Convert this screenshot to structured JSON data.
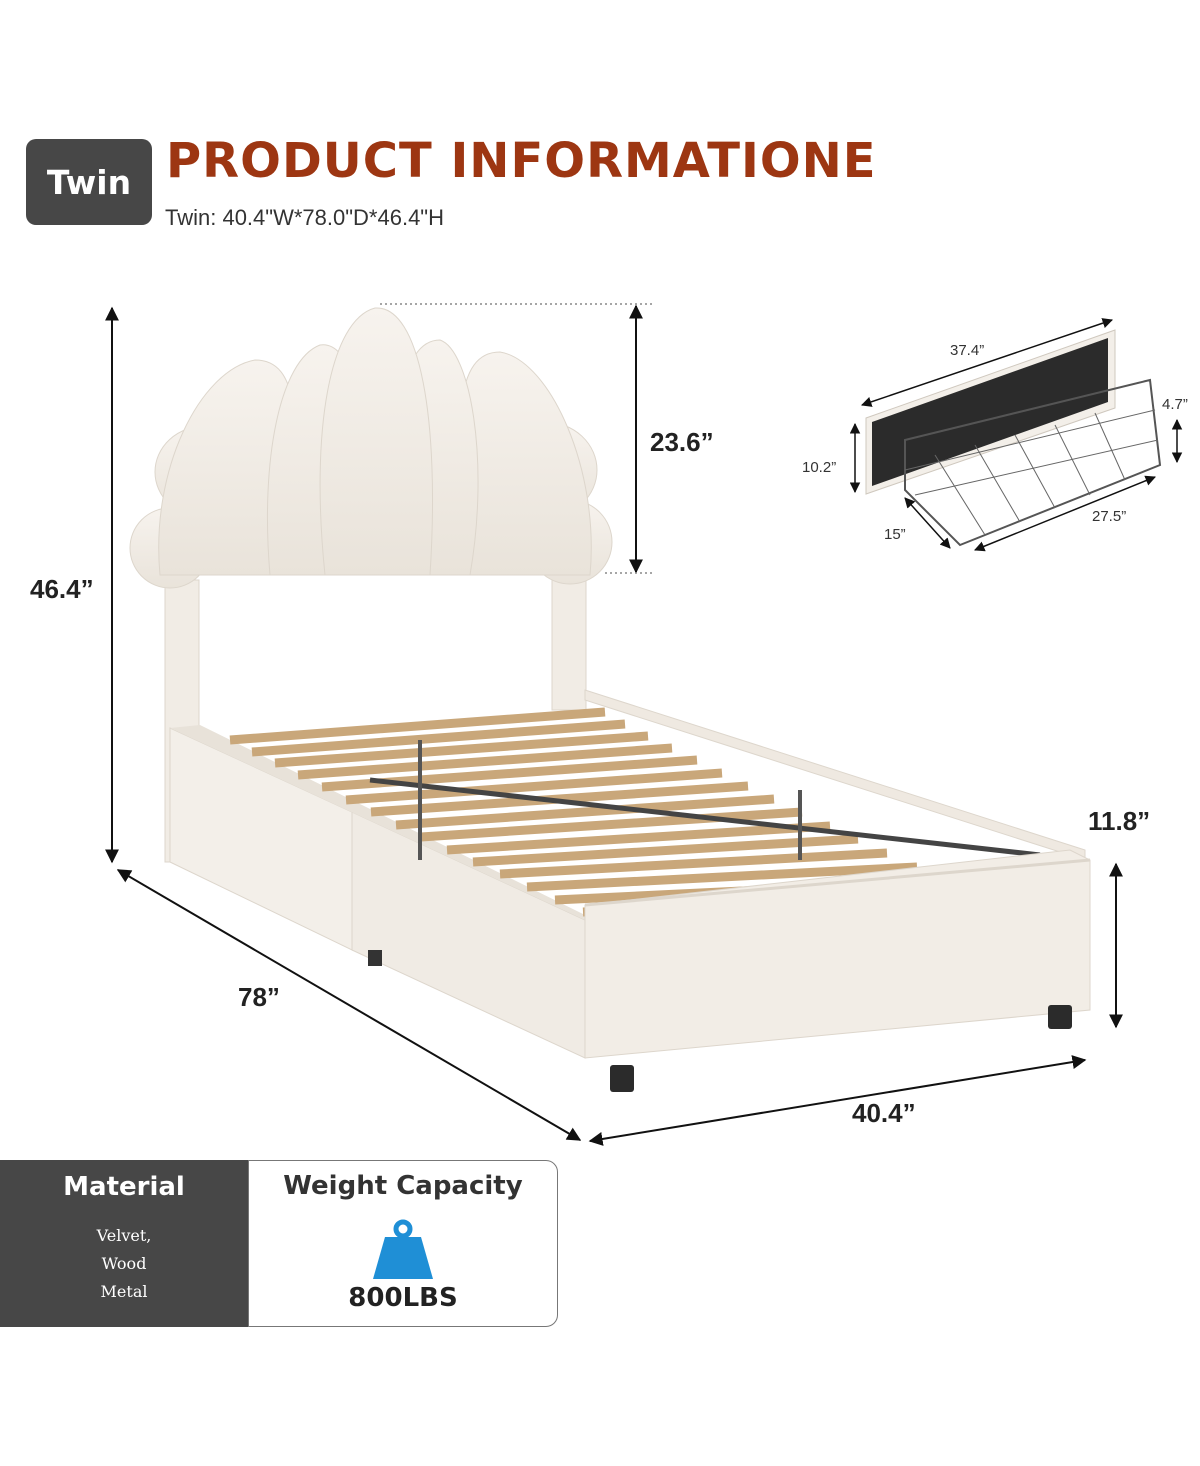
{
  "header": {
    "size_badge": "Twin",
    "title": "PRODUCT INFORMATIONE",
    "dimensions": "Twin: 40.4\"W*78.0\"D*46.4\"H"
  },
  "bed_dimensions": {
    "total_height": "46.4”",
    "headboard_height": "23.6”",
    "length": "78”",
    "width": "40.4”",
    "side_height": "11.8”"
  },
  "drawer_dimensions": {
    "length": "37.4”",
    "front_height": "10.2”",
    "basket_height": "4.7”",
    "depth": "15”",
    "basket_length": "27.5”"
  },
  "specs": {
    "material_title": "Material",
    "material_line1": "Velvet,",
    "material_line2": "Wood",
    "material_line3": "Metal",
    "capacity_title": "Weight Capacity",
    "capacity_value": "800LBS"
  },
  "colors": {
    "title": "#9d3612",
    "badge": "#474747",
    "weight_icon": "#1f8fd6"
  },
  "icons": {
    "capacity": "weight-icon"
  }
}
